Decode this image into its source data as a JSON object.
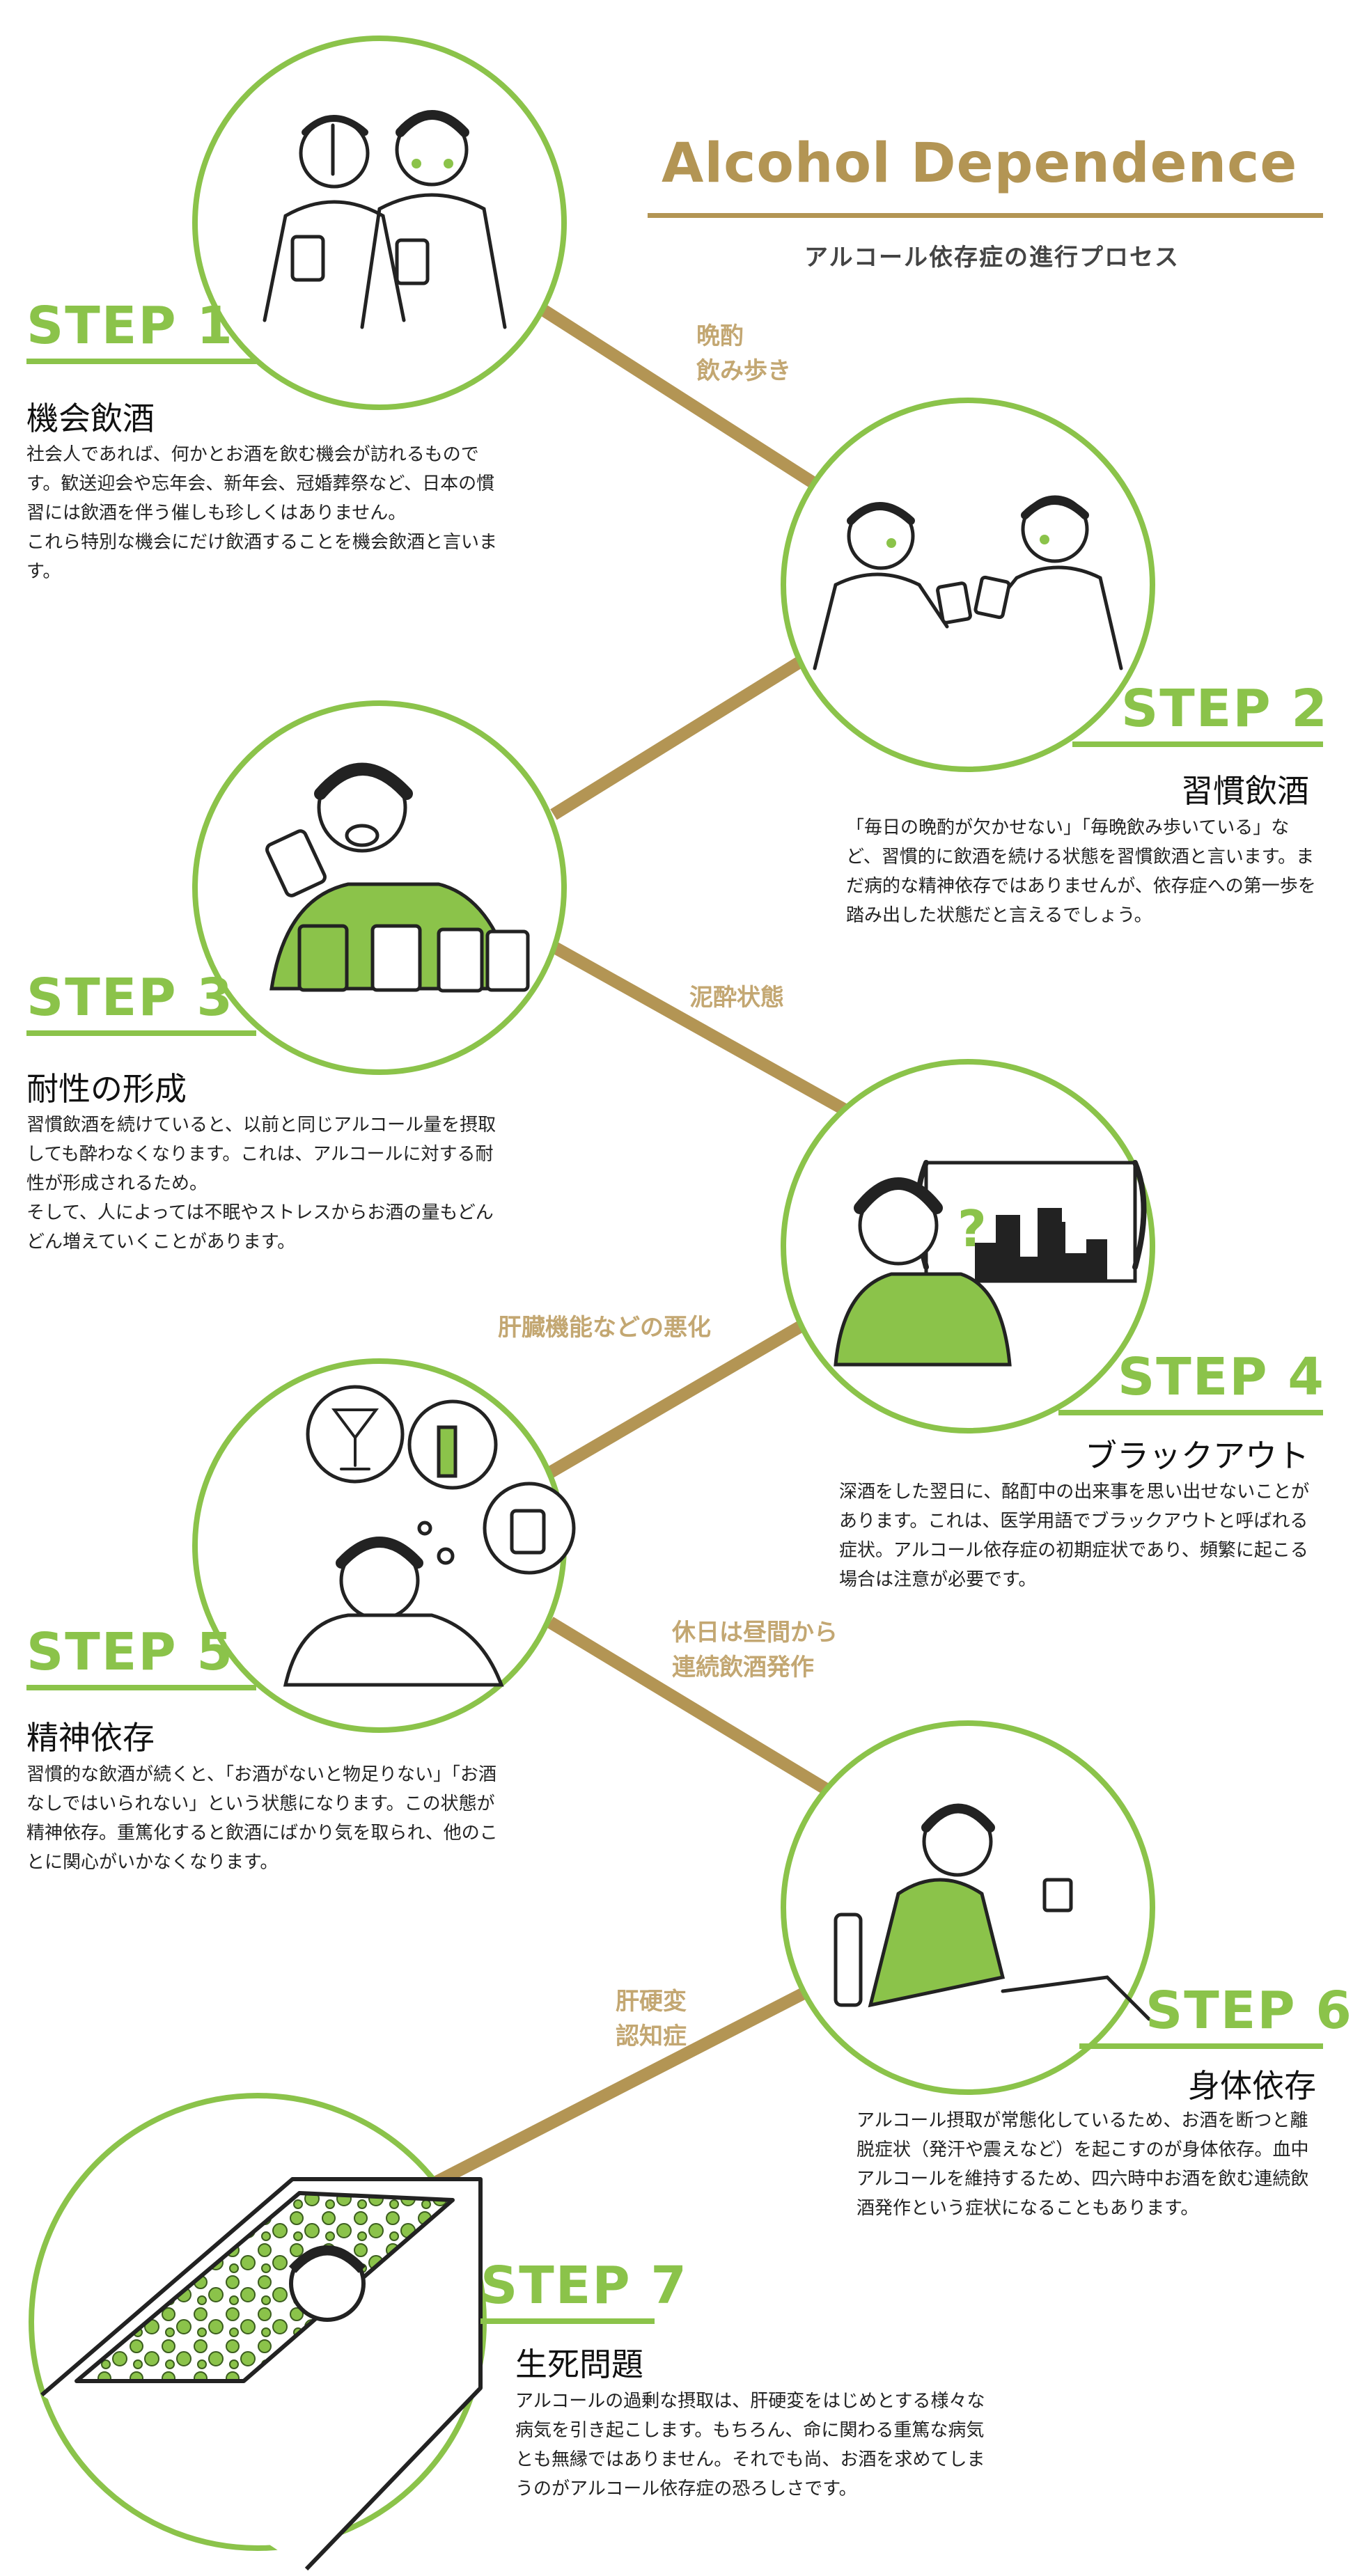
{
  "header": {
    "title": "Alcohol Dependence",
    "subtitle": "アルコール依存症の進行プロセス"
  },
  "colors": {
    "accent_green": "#8bc34a",
    "accent_gold": "#b39554",
    "label_gold": "#c3a772"
  },
  "steps": [
    {
      "label": "STEP 1",
      "title": "機会飲酒",
      "description": "社会人であれば、何かとお酒を飲む機会が訪れるものです。歓送迎会や忘年会、新年会、冠婚葬祭など、日本の慣習には飲酒を伴う催しも珍しくはありません。\nこれら特別な機会にだけ飲酒することを機会飲酒と言います。",
      "illustration": "two-men-toasting-with-beer-mugs"
    },
    {
      "label": "STEP 2",
      "title": "習慣飲酒",
      "description": "「毎日の晩酌が欠かせない」「毎晩飲み歩いている」など、習慣的に飲酒を続ける状態を習慣飲酒と言います。まだ病的な精神依存ではありませんが、依存症への第一歩を踏み出した状態だと言えるでしょう。",
      "illustration": "two-men-clinking-glasses"
    },
    {
      "label": "STEP 3",
      "title": "耐性の形成",
      "description": "習慣飲酒を続けていると、以前と同じアルコール量を摂取しても酔わなくなります。これは、アルコールに対する耐性が形成されるため。\nそして、人によっては不眠やストレスからお酒の量もどんどん増えていくことがあります。",
      "illustration": "man-drinking-many-beers"
    },
    {
      "label": "STEP 4",
      "title": "ブラックアウト",
      "description": "深酒をした翌日に、酩酊中の出来事を思い出せないことがあります。これは、医学用語でブラックアウトと呼ばれる症状。アルコール依存症の初期症状であり、頻繁に起こる場合は注意が必要です。",
      "illustration": "confused-man-by-window"
    },
    {
      "label": "STEP 5",
      "title": "精神依存",
      "description": "習慣的な飲酒が続くと、「お酒がないと物足りない」「お酒なしではいられない」という状態になります。この状態が精神依存。重篤化すると飲酒にばかり気を取られ、他のことに関心がいかなくなります。",
      "illustration": "man-thinking-of-drinks"
    },
    {
      "label": "STEP 6",
      "title": "身体依存",
      "description": "アルコール摂取が常態化しているため、お酒を断つと離脱症状（発汗や震えなど）を起こすのが身体依存。血中アルコールを維持するため、四六時中お酒を飲む連続飲酒発作という症状になることもあります。",
      "illustration": "sick-man-sitting-on-floor"
    },
    {
      "label": "STEP 7",
      "title": "生死問題",
      "description": "アルコールの過剰な摂取は、肝硬変をはじめとする様々な病気を引き起こします。もちろん、命に関わる重篤な病気とも無縁ではありません。それでも尚、お酒を求めてしまうのがアルコール依存症の恐ろしさです。",
      "illustration": "man-in-coffin-with-flowers"
    }
  ],
  "connectors": [
    {
      "label": "晩酌\n飲み歩き"
    },
    {
      "label": ""
    },
    {
      "label": "泥酔状態"
    },
    {
      "label": "肝臓機能などの悪化"
    },
    {
      "label": "休日は昼間から\n連続飲酒発作"
    },
    {
      "label": "肝硬変\n認知症"
    }
  ]
}
